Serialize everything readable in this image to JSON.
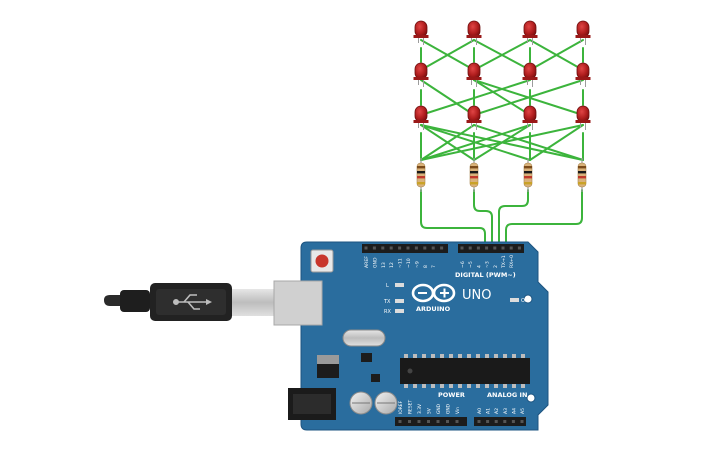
{
  "board": {
    "model": "UNO",
    "brand": "ARDUINO",
    "digital_header_label": "DIGITAL (PWM~)",
    "analog_header_label": "ANALOG IN",
    "power_header_label": "POWER",
    "on_label": "ON",
    "led_labels": {
      "l": "L",
      "tx": "TX",
      "rx": "RX"
    },
    "digital_pins": [
      "AREF",
      "GND",
      "13",
      "12",
      "~11",
      "~10",
      "~9",
      "8",
      "7",
      "~6",
      "~5",
      "4",
      "~3",
      "2",
      "TX→1",
      "RX←0"
    ],
    "power_pins": [
      "IOREF",
      "RESET",
      "3.3V",
      "5V",
      "GND",
      "GND",
      "Vin"
    ],
    "analog_pins": [
      "A0",
      "A1",
      "A2",
      "A3",
      "A4",
      "A5"
    ]
  },
  "components": {
    "led_color": "#b01e1e",
    "wire_color": "#3cb43c",
    "board_color": "#2a6d9e",
    "led_count": 12,
    "resistor_count": 4,
    "usb_cable": "usb-b"
  }
}
